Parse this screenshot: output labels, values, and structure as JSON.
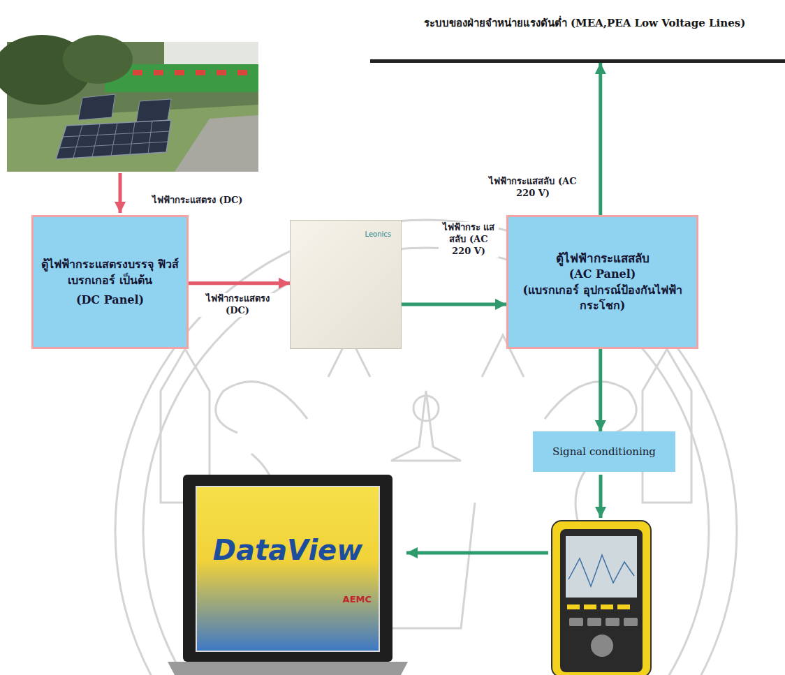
{
  "diagram": {
    "nodes": [
      {
        "text": [
          "ระบบของฝ่ายจำหน่ายแรงดันต่ำ (MEA,PEA Low Voltage Lines)"
        ]
      },
      {
        "text": [
          "ตู้ไฟฟ้ากระแสตรงบรรจุ ฟิวส์ เบรกเกอร์ เป็นต้น",
          "(DC Panel)"
        ]
      },
      {
        "text": [
          "Leonics"
        ]
      },
      {
        "text": [
          "ตู้ไฟฟ้ากระแสสลับ",
          "(AC Panel)",
          "(แบรกเกอร์ อุปกรณ์ป้องกันไฟฟ้ากระโชก)"
        ]
      },
      {
        "text": [
          "Signal conditioning"
        ]
      },
      {
        "text": [
          "DataView",
          "AEMC"
        ]
      }
    ],
    "edges": [
      {
        "from": 1,
        "to": 2,
        "arrow": "to",
        "label": "ไฟฟ้ากระแสตรง (DC)"
      },
      {
        "from": 2,
        "to": 3,
        "arrow": "to",
        "label": "ไฟฟ้ากระ แสสลับ (AC 220 V)"
      },
      {
        "from": 3,
        "to": 0,
        "arrow": "to",
        "label": "ไฟฟ้ากระแสสลับ (AC 220 V)"
      },
      {
        "from": 3,
        "to": 4,
        "arrow": "to"
      }
    ],
    "labels": [
      "ไฟฟ้ากระแสตรง (DC)"
    ]
  }
}
